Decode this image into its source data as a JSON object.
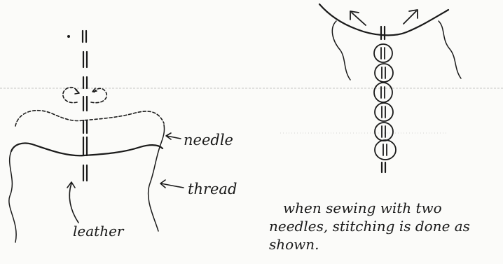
{
  "labels": {
    "needle": "needle",
    "thread": "thread",
    "leather": "leather"
  },
  "caption": {
    "line1": "when sewing with two",
    "line2": "needles, stitching is done as",
    "line3": "shown."
  },
  "colors": {
    "ink": "#1a1a1a",
    "paper": "#fbfbf9",
    "rule": "#9a9a9a"
  },
  "icons": {
    "arrow": "hand-drawn-arrow",
    "stitch": "stitch-loop"
  }
}
